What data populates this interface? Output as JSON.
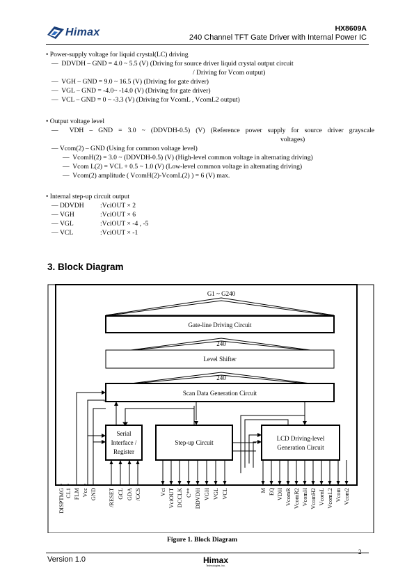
{
  "header": {
    "brand": "Himax",
    "part_number": "HX8609A",
    "subtitle": "240 Channel TFT Gate Driver with Internal Power IC"
  },
  "bullets": {
    "b1": {
      "title": "Power-supply voltage for liquid crystal(LC) driving",
      "l1": "DDVDH – GND = 4.0 ~ 5.5 (V) (Driving for source driver liquid crystal output circuit",
      "l1b": "/ Driving for Vcom output)",
      "l2": "VGH – GND = 9.0 ~ 16.5 (V) (Driving for gate driver)",
      "l3": "VGL – GND = -4.0~ -14.0 (V) (Driving for gate driver)",
      "l4": "VCL – GND = 0 ~ -3.3 (V) (Driving for VcomL , VcomL2 output)"
    },
    "b2": {
      "title": "Output voltage level",
      "l1": "VDH – GND = 3.0 ~ (DDVDH-0.5) (V) (Reference power supply for source driver grayscale",
      "l1b": "voltages)",
      "l2": "Vcom(2) – GND (Using for common voltage level)",
      "l3": "VcomH(2) = 3.0 ~ (DDVDH-0.5) (V) (High-level common voltage in alternating driving)",
      "l4": "Vcom L(2) = VCL + 0.5 ~ 1.0 (V) (Low-level common voltage in alternating driving)",
      "l5": "Vcom(2) amplitude ( VcomH(2)-VcomL(2) ) = 6 (V) max."
    },
    "b3": {
      "title": "Internal step-up circuit output",
      "rows": [
        {
          "name": "DDVDH",
          "val": ":VciOUT × 2"
        },
        {
          "name": "VGH",
          "val": ":VciOUT × 6"
        },
        {
          "name": "VGL",
          "val": ":VciOUT × -4 , -5"
        },
        {
          "name": "VCL",
          "val": ":VciOUT × -1"
        }
      ]
    }
  },
  "section": {
    "title": "3.  Block Diagram"
  },
  "diagram": {
    "top_label": "G1 ~ G240",
    "gate_block": "Gate-line Driving Circuit",
    "bus1": "240",
    "level_block": "Level Shifter",
    "bus2": "240",
    "scan_block": "Scan Data Generation Circuit",
    "serial_l1": "Serial",
    "serial_l2": "Interface /",
    "serial_l3": "Register",
    "stepup_block": "Step-up Circuit",
    "lcd_l1": "LCD Driving-level",
    "lcd_l2": "Generation Circuit",
    "pins_left": [
      "DISPTMG",
      "CL1",
      "FLM",
      "Vcc",
      "GND"
    ],
    "pins_serial": [
      "/RESET",
      "GCL",
      "GDA",
      "/GCS"
    ],
    "pins_stepup": [
      "Vci",
      "VciOUT",
      "DCCLK",
      "C**",
      "DDVDH",
      "VGH",
      "VGL",
      "VCL"
    ],
    "pins_lcd": [
      "M",
      "EQ",
      "VDH",
      "VcomR",
      "VcomR2",
      "VcomH",
      "VcomH2",
      "VcomL",
      "VcomL2",
      "Vcom",
      "Vcom2"
    ]
  },
  "caption": "Figure 1.    Block Diagram",
  "page_number": "2",
  "footer": {
    "version": "Version 1.0",
    "brand": "Himax",
    "brand_sub": "Technologies, Inc."
  }
}
